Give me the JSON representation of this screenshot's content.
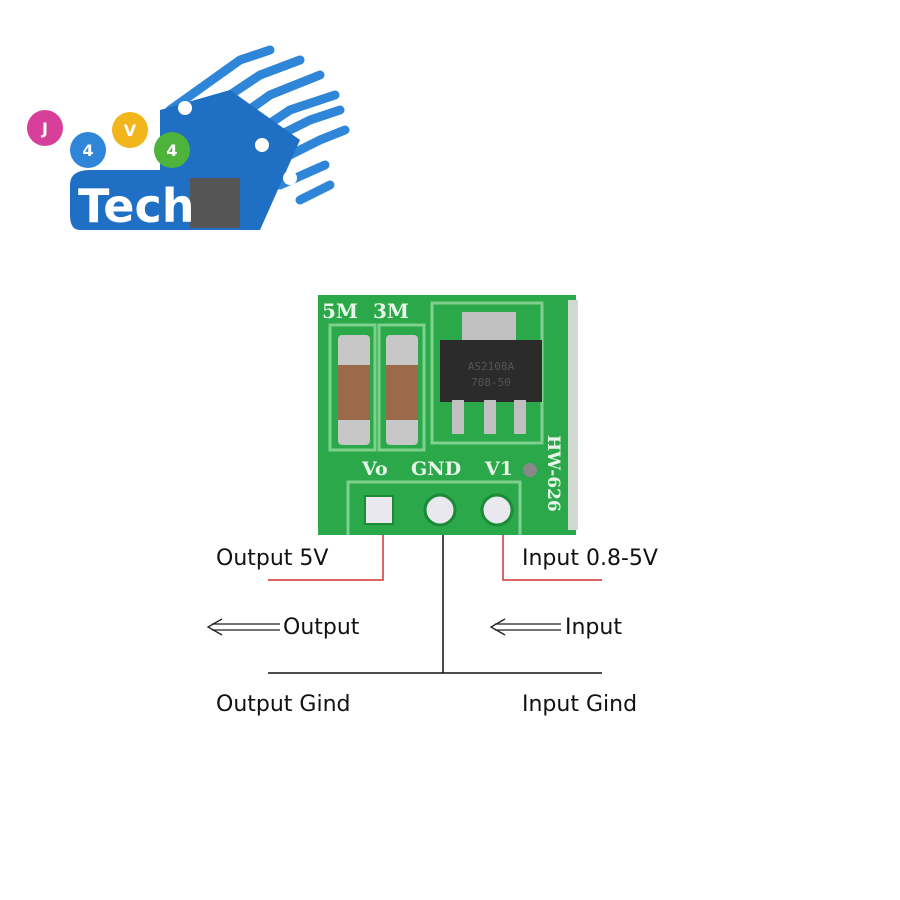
{
  "logo": {
    "letters": [
      "J",
      "4",
      "V",
      "4"
    ],
    "word": "Tech",
    "colors": {
      "pink": "#d63f9a",
      "blue": "#2f86d8",
      "yellow": "#f2b61c",
      "green": "#4db33a",
      "brand": "#1f6fc4",
      "dark": "#555555"
    }
  },
  "board": {
    "silkscreen": {
      "cap1": "5M",
      "cap2": "3M",
      "pin_vo": "Vo",
      "pin_gnd": "GND",
      "pin_vi": "V1",
      "model": "HW-626"
    },
    "chip_marking": [
      "AS2108A",
      "708-50"
    ],
    "colors": {
      "pcb": "#2aa84a",
      "pcb_light": "#5cc46e",
      "chip": "#2b2b2b",
      "pad": "#c8c8c8",
      "cap": "#9a6a4a"
    }
  },
  "labels": {
    "output_voltage": "Output 5V",
    "input_voltage": "Input 0.8-5V",
    "output": "Output",
    "input": "Input",
    "output_gnd": "Output Gind",
    "input_gnd": "Input Gind"
  },
  "colors": {
    "wire_red": "#d03030",
    "wire_black": "#111111"
  }
}
